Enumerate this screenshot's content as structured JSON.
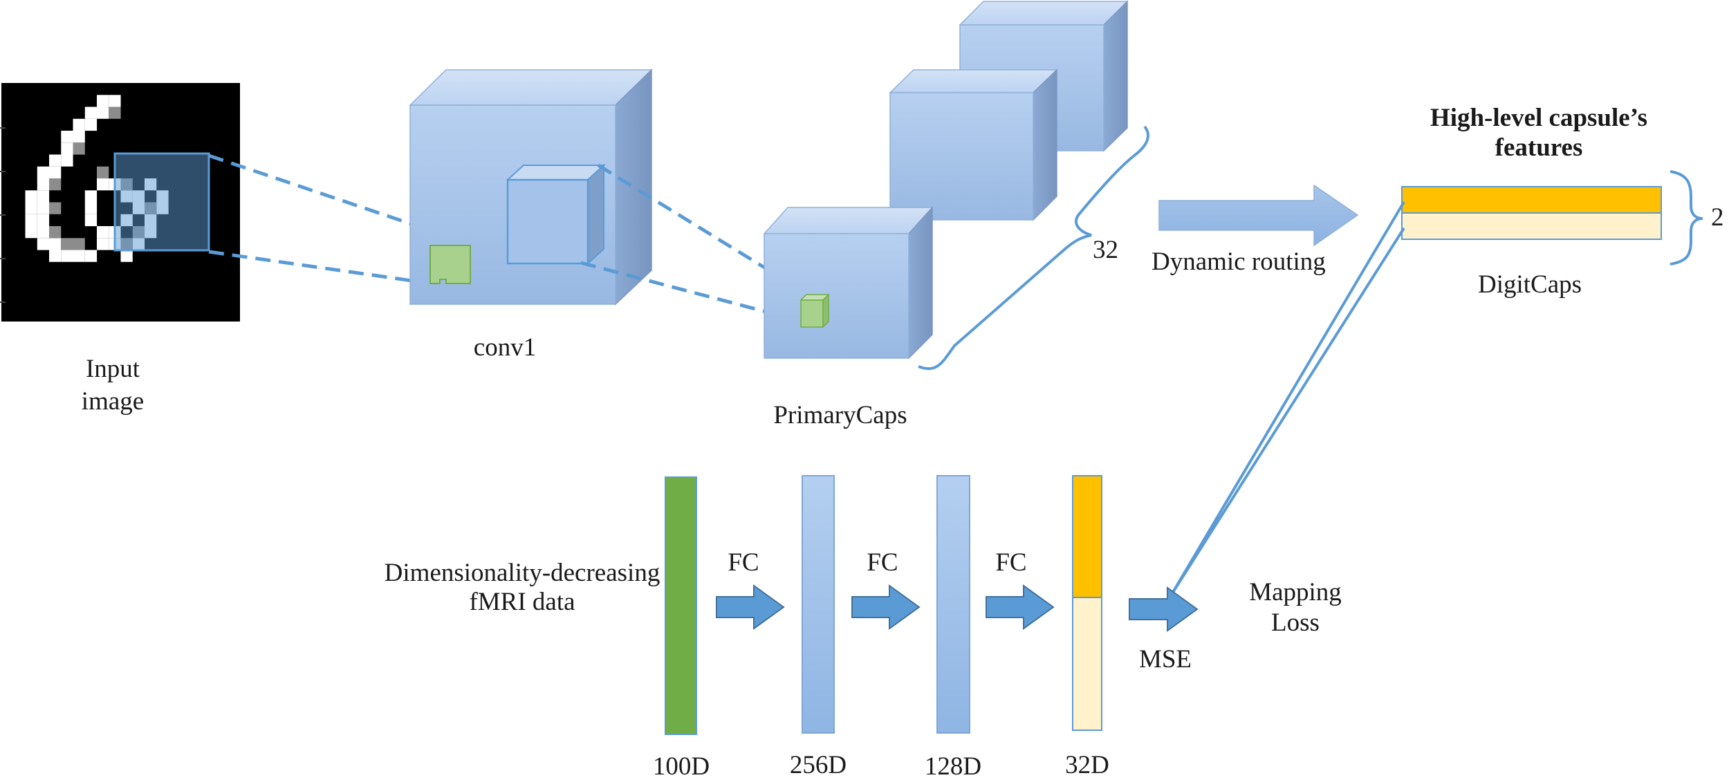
{
  "labels": {
    "input_line1": "Input",
    "input_line2": "image",
    "conv1": "conv1",
    "primarycaps": "PrimaryCaps",
    "count32": "32",
    "dynamic_routing": "Dynamic routing",
    "highlevel_line1": "High-level capsule’s",
    "highlevel_line2": "features",
    "digitcaps": "DigitCaps",
    "count2": "2",
    "fmri_line1": "Dimensionality-decreasing",
    "fmri_line2": "fMRI data",
    "fc1": "FC",
    "fc2": "FC",
    "fc3": "FC",
    "mse": "MSE",
    "mapping_line1": "Mapping",
    "mapping_line2": "Loss",
    "dim100": "100D",
    "dim256": "256D",
    "dim128": "128D",
    "dim32": "32D"
  },
  "colors": {
    "cube_front": "#a7c4ea",
    "cube_top": "#c3d7f1",
    "cube_side": "#7c9cc8",
    "green_block": "#70ad47",
    "green_light": "#a9d18e",
    "orange": "#ffc000",
    "cream": "#fff2cc",
    "arrow_blue": "#5b9bd5",
    "line_blue": "#5b9bd5",
    "light_bar": "#9dc3e6"
  }
}
